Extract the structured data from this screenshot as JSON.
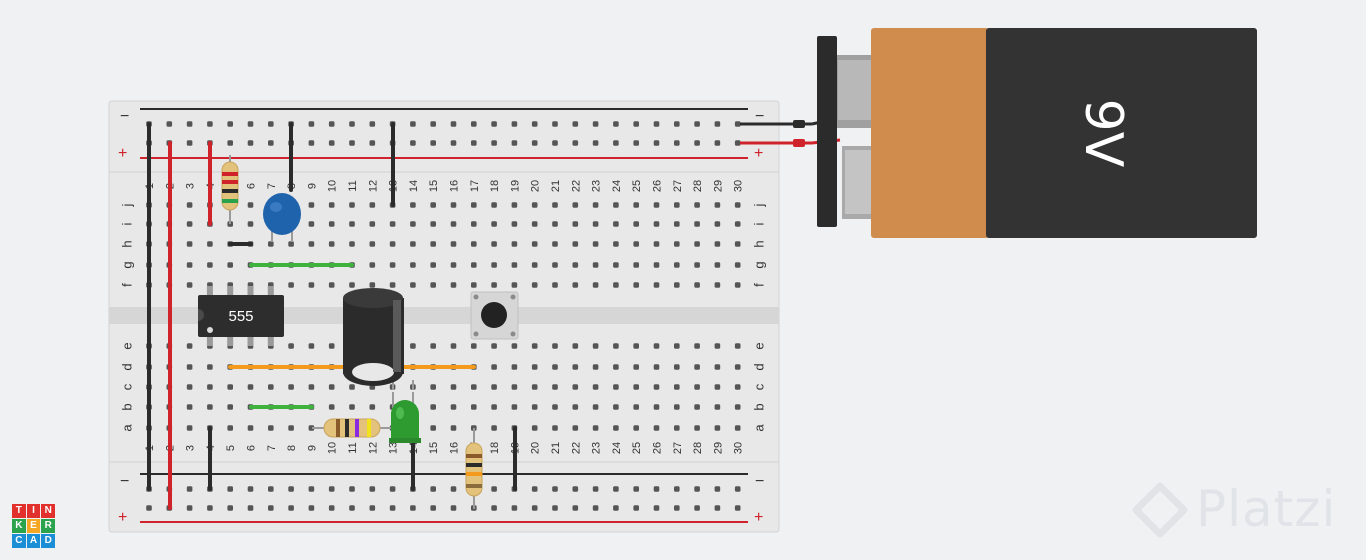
{
  "breadboard": {
    "column_numbers": [
      "1",
      "2",
      "3",
      "4",
      "5",
      "6",
      "7",
      "8",
      "9",
      "10",
      "11",
      "12",
      "13",
      "14",
      "15",
      "16",
      "17",
      "18",
      "19",
      "20",
      "21",
      "22",
      "23",
      "24",
      "25",
      "26",
      "27",
      "28",
      "29",
      "30"
    ],
    "row_letters_top": [
      "j",
      "i",
      "h",
      "g",
      "f"
    ],
    "row_letters_bottom": [
      "e",
      "d",
      "c",
      "b",
      "a"
    ],
    "rail_minus": "−",
    "rail_plus": "+"
  },
  "components": {
    "ic_label": "555",
    "battery_label": "9V"
  },
  "colors": {
    "board": "#e8e8e8",
    "rail_red": "#d0222a",
    "rail_black": "#2b2b2b",
    "wire_green": "#3db33d",
    "wire_orange": "#f39a1c",
    "capacitor_blue": "#1f63ad",
    "battery_copper": "#cf8c4d",
    "battery_body": "#333333"
  },
  "logo": {
    "rows": [
      [
        "T",
        "I",
        "N"
      ],
      [
        "K",
        "E",
        "R"
      ],
      [
        "C",
        "A",
        "D"
      ]
    ],
    "colors": [
      [
        "#e2312d",
        "#e2312d",
        "#e2312d"
      ],
      [
        "#2ba24c",
        "#f5a623",
        "#2ba24c"
      ],
      [
        "#1a8fd6",
        "#1a8fd6",
        "#1a8fd6"
      ]
    ]
  },
  "watermark": {
    "text": "Platzi"
  }
}
